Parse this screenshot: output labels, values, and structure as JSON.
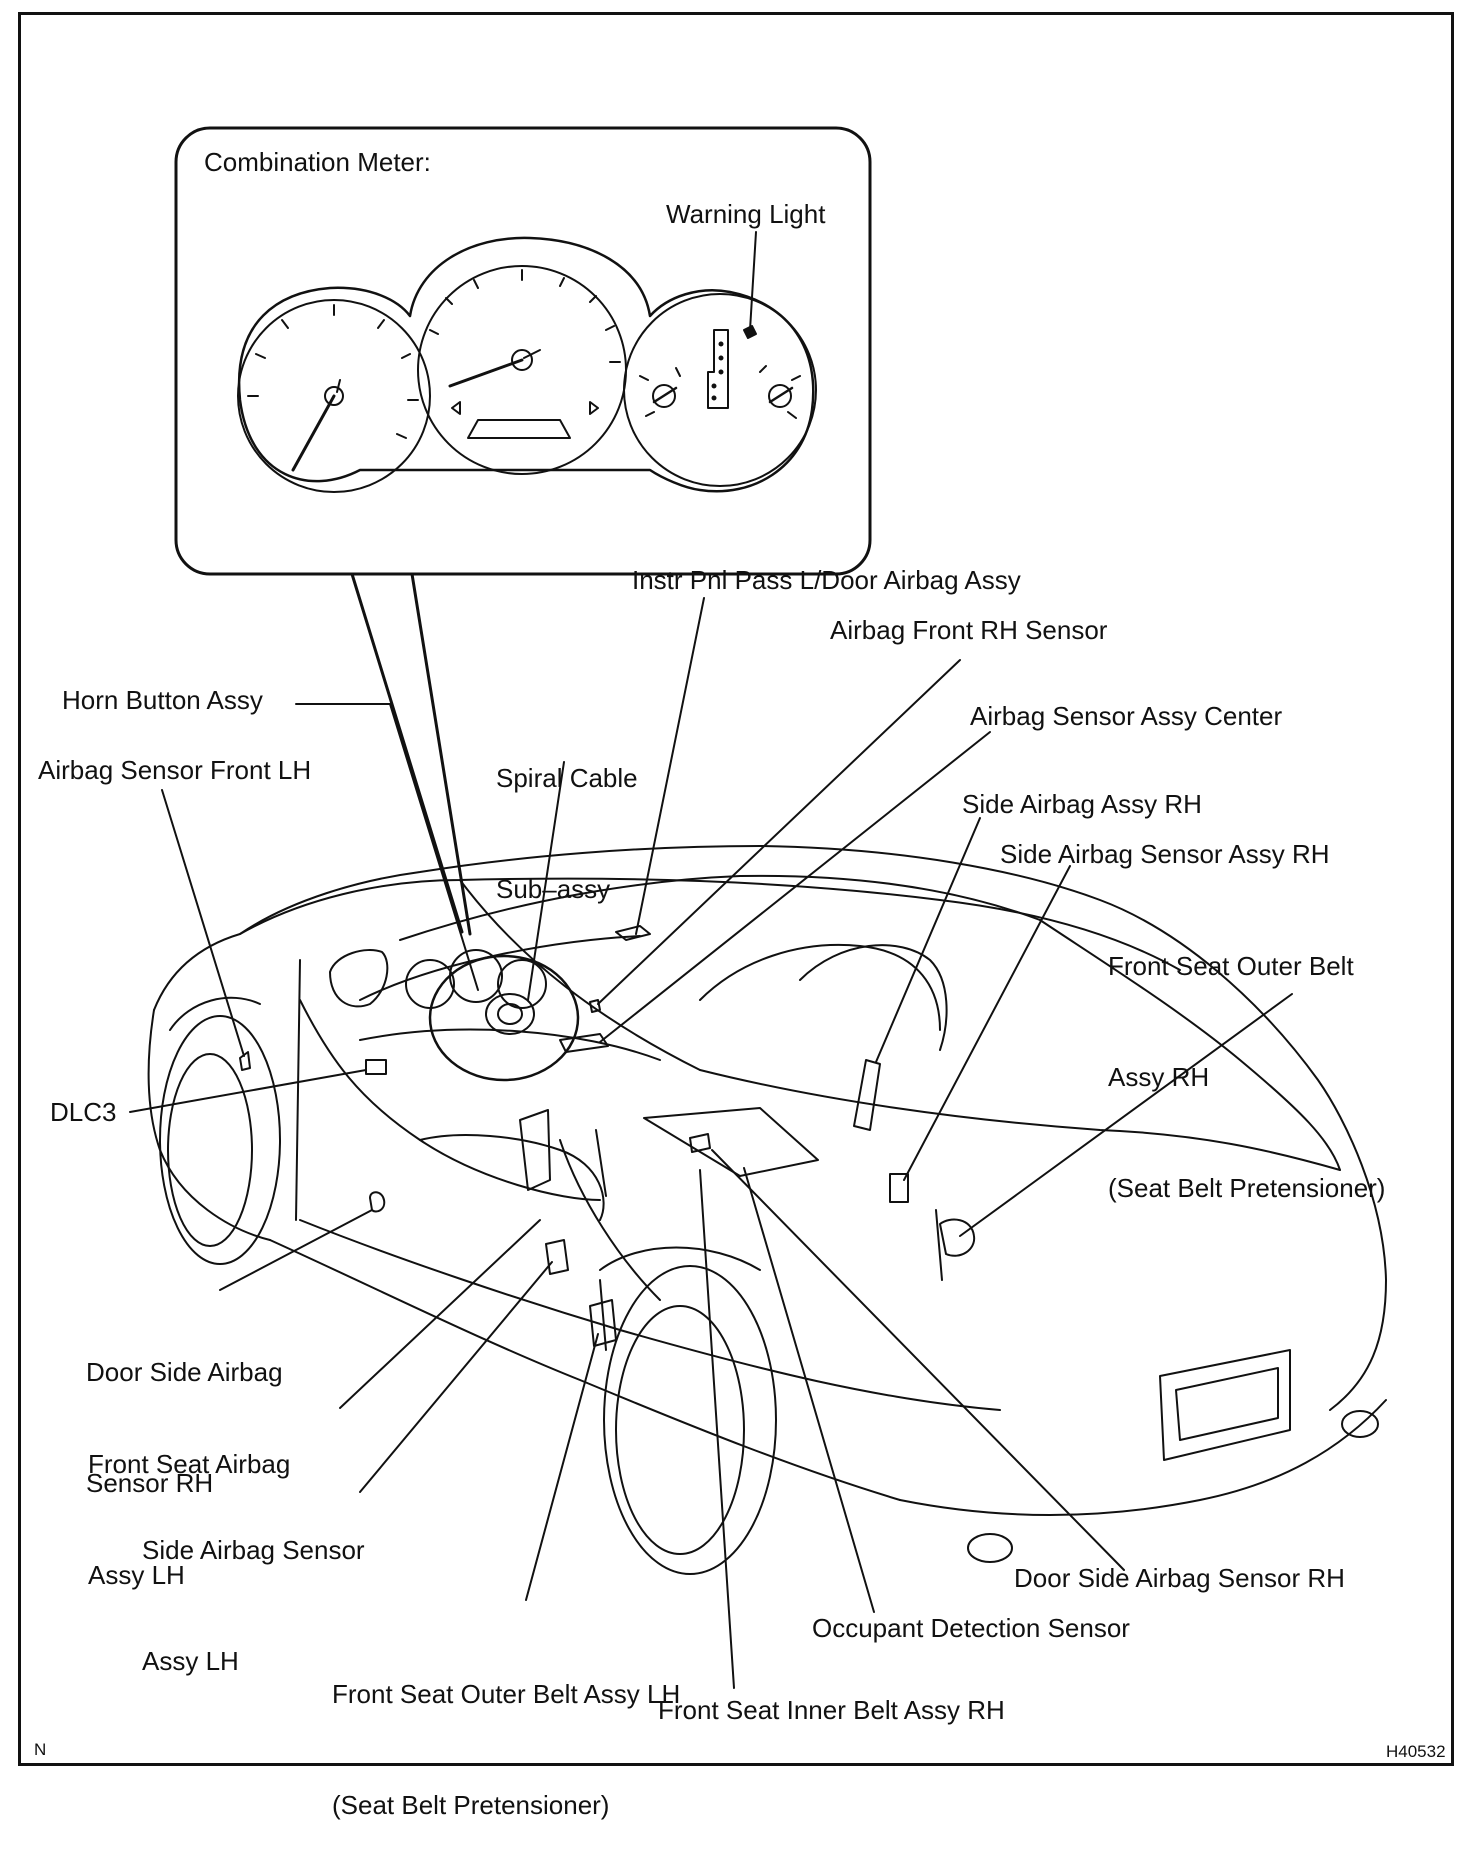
{
  "inset": {
    "title": "Combination Meter:",
    "warning_light": "Warning Light"
  },
  "labels": {
    "instr_pnl_pass": "Instr Pnl Pass L/Door Airbag Assy",
    "airbag_front_rh": "Airbag Front RH Sensor",
    "horn_button": "Horn Button Assy",
    "spiral_cable_1": "Spiral Cable",
    "spiral_cable_2": "Sub–assy",
    "airbag_sensor_center": "Airbag Sensor Assy Center",
    "airbag_sensor_front_lh": "Airbag Sensor Front LH",
    "side_airbag_rh": "Side Airbag Assy RH",
    "side_airbag_sensor_rh": "Side Airbag Sensor Assy RH",
    "front_seat_outer_belt_rh_1": "Front Seat Outer Belt",
    "front_seat_outer_belt_rh_2": "Assy RH",
    "front_seat_outer_belt_rh_3": "(Seat Belt Pretensioner)",
    "dlc3": "DLC3",
    "door_side_airbag_sensor_rh_left_1": "Door Side Airbag",
    "door_side_airbag_sensor_rh_left_2": "Sensor RH",
    "front_seat_airbag_lh_1": "Front Seat Airbag",
    "front_seat_airbag_lh_2": "Assy LH",
    "side_airbag_sensor_lh_1": "Side Airbag Sensor",
    "side_airbag_sensor_lh_2": "Assy LH",
    "door_side_airbag_sensor_rh": "Door Side Airbag Sensor RH",
    "front_seat_outer_belt_lh_1": "Front Seat Outer Belt Assy LH",
    "front_seat_outer_belt_lh_2": "(Seat Belt Pretensioner)",
    "occupant_detection": "Occupant Detection Sensor",
    "front_seat_inner_belt_rh": "Front Seat Inner Belt Assy RH"
  },
  "corner": {
    "north": "N",
    "figure_code": "H40532"
  }
}
